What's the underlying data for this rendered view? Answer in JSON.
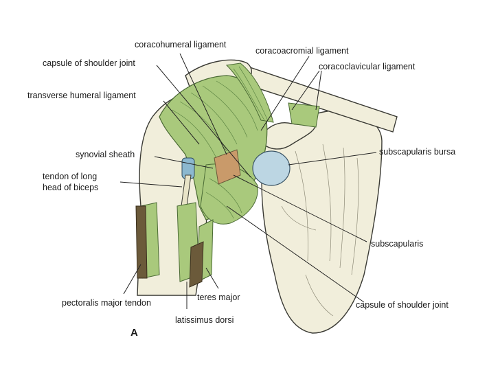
{
  "figure": {
    "panel_letter": "A",
    "colors": {
      "bone": "#f1eedb",
      "bone_outline": "#3a3a34",
      "muscle": "#a9c97c",
      "muscle_dark": "#6f9650",
      "tendon_cut": "#6b5a3a",
      "bursa": "#bcd6e3",
      "sheath": "#8cb8cf",
      "cut_muscle": "#c99a6a",
      "leader": "#222222"
    },
    "labels": {
      "coracohumeral_ligament": "coracohumeral ligament",
      "capsule_top": "capsule of shoulder joint",
      "coracoacromial_ligament": "coracoacromial ligament",
      "coracoclavicular_ligament": "coracoclavicular ligament",
      "transverse_humeral_ligament": "transverse humeral ligament",
      "synovial_sheath": "synovial sheath",
      "tendon_long_head_1": "tendon of long",
      "tendon_long_head_2": "head of biceps",
      "subscapularis_bursa": "subscapularis bursa",
      "subscapularis": "subscapularis",
      "capsule_bottom": "capsule of shoulder joint",
      "teres_major": "teres major",
      "pectoralis_major_tendon": "pectoralis major tendon",
      "latissimus_dorsi": "latissimus dorsi"
    }
  }
}
